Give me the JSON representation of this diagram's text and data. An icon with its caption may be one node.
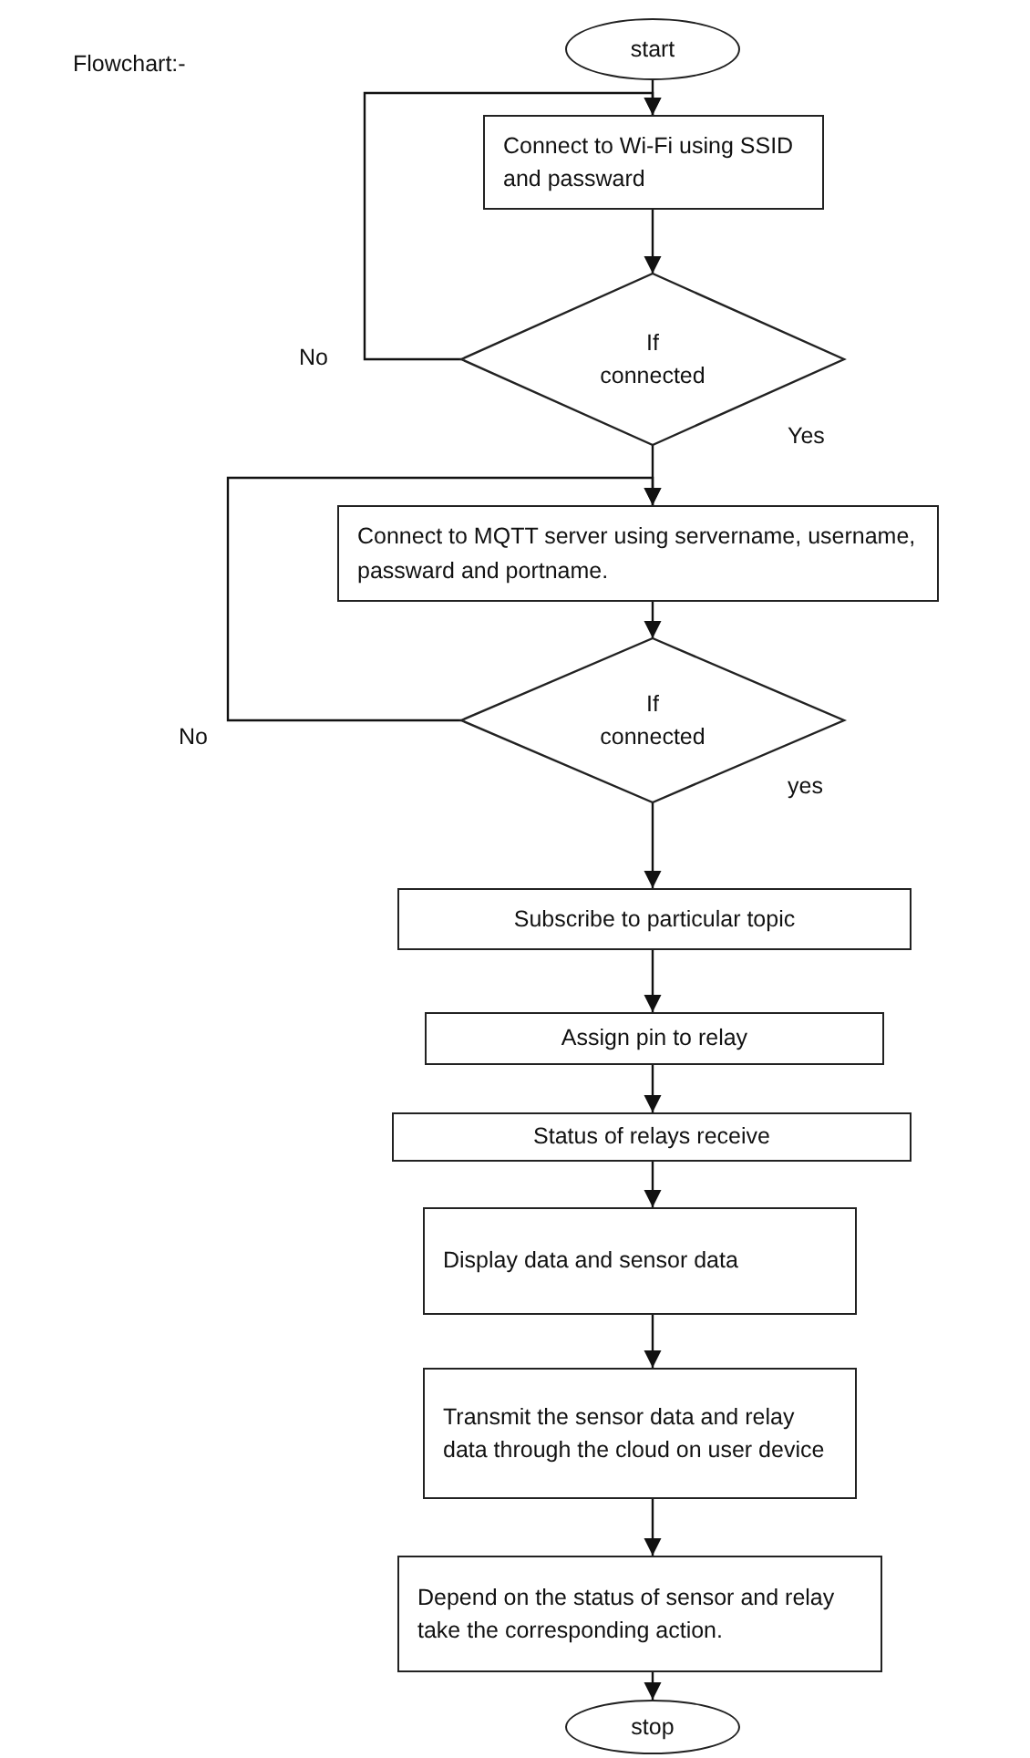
{
  "diagram": {
    "nodes": [
      {
        "text": [
          "start"
        ]
      },
      {
        "text": [
          "Connect to Wi-Fi using SSID and passward"
        ]
      },
      {
        "text": [
          "If connected"
        ],
        "beside": [
          "Yes"
        ]
      },
      {
        "text": [
          "Connect to MQTT server using servername, username, passward and portname."
        ]
      },
      {
        "text": [
          "If connected"
        ],
        "beside": [
          "yes"
        ]
      },
      {
        "text": [
          "Subscribe to particular topic"
        ]
      },
      {
        "text": [
          "Assign pin to relay"
        ]
      },
      {
        "text": [
          "Status of relays receive"
        ]
      },
      {
        "text": [
          "Display data and sensor data"
        ]
      },
      {
        "text": [
          "Transmit the sensor data and relay data through the cloud on user device"
        ]
      },
      {
        "text": [
          "Depend on the status of sensor and relay take the corresponding action."
        ]
      },
      {
        "text": [
          "stop"
        ]
      }
    ],
    "edges": [
      {
        "from": 0,
        "to": 1,
        "arrow": "to"
      },
      {
        "from": 1,
        "to": 2,
        "arrow": "to"
      },
      {
        "from": 2,
        "to": 1,
        "arrow": "to",
        "label": "No"
      },
      {
        "from": 2,
        "to": 3,
        "arrow": "to"
      },
      {
        "from": 3,
        "to": 4,
        "arrow": "to"
      },
      {
        "from": 4,
        "to": 3,
        "arrow": "to",
        "label": "No"
      },
      {
        "from": 4,
        "to": 5,
        "arrow": "to"
      },
      {
        "from": 5,
        "to": 6,
        "arrow": "to"
      },
      {
        "from": 6,
        "to": 7,
        "arrow": "to"
      },
      {
        "from": 7,
        "to": 8,
        "arrow": "to"
      },
      {
        "from": 8,
        "to": 9,
        "arrow": "to"
      },
      {
        "from": 9,
        "to": 10,
        "arrow": "to"
      },
      {
        "from": 10,
        "to": 11,
        "arrow": "to"
      }
    ],
    "labels": [
      "Flowchart:-"
    ]
  }
}
